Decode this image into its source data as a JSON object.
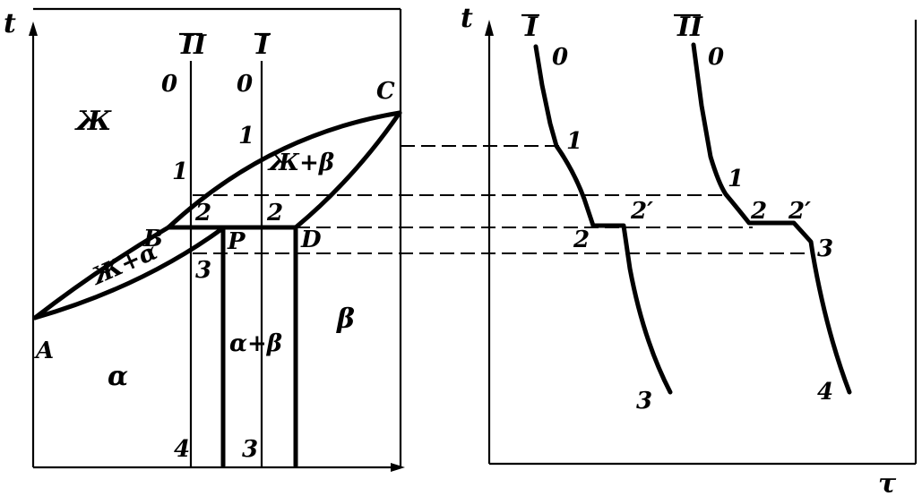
{
  "left_diagram": {
    "axis_label": "t",
    "points": {
      "A": "A",
      "B": "B",
      "C": "C",
      "D": "D",
      "P": "P"
    },
    "phases": {
      "liquid": "Ж",
      "liquid_beta": "Ж+β",
      "liquid_alpha": "Ж+α",
      "alpha": "α",
      "beta": "β",
      "alpha_beta": "α+β"
    },
    "alloy_II": {
      "name": "II",
      "pt0": "0",
      "pt1": "1",
      "pt2": "2",
      "pt3": "3",
      "pt4": "4"
    },
    "alloy_I": {
      "name": "I",
      "pt0": "0",
      "pt1": "1",
      "pt2": "2",
      "pt3": "3"
    }
  },
  "right_diagram": {
    "y_axis_label": "t",
    "x_axis_label": "τ",
    "curve_I": {
      "name": "I",
      "pt0": "0",
      "pt1": "1",
      "pt2": "2",
      "pt2p": "2′",
      "pt3": "3"
    },
    "curve_II": {
      "name": "II",
      "pt0": "0",
      "pt1": "1",
      "pt2": "2",
      "pt2p": "2′",
      "pt3": "3",
      "pt4": "4"
    }
  }
}
